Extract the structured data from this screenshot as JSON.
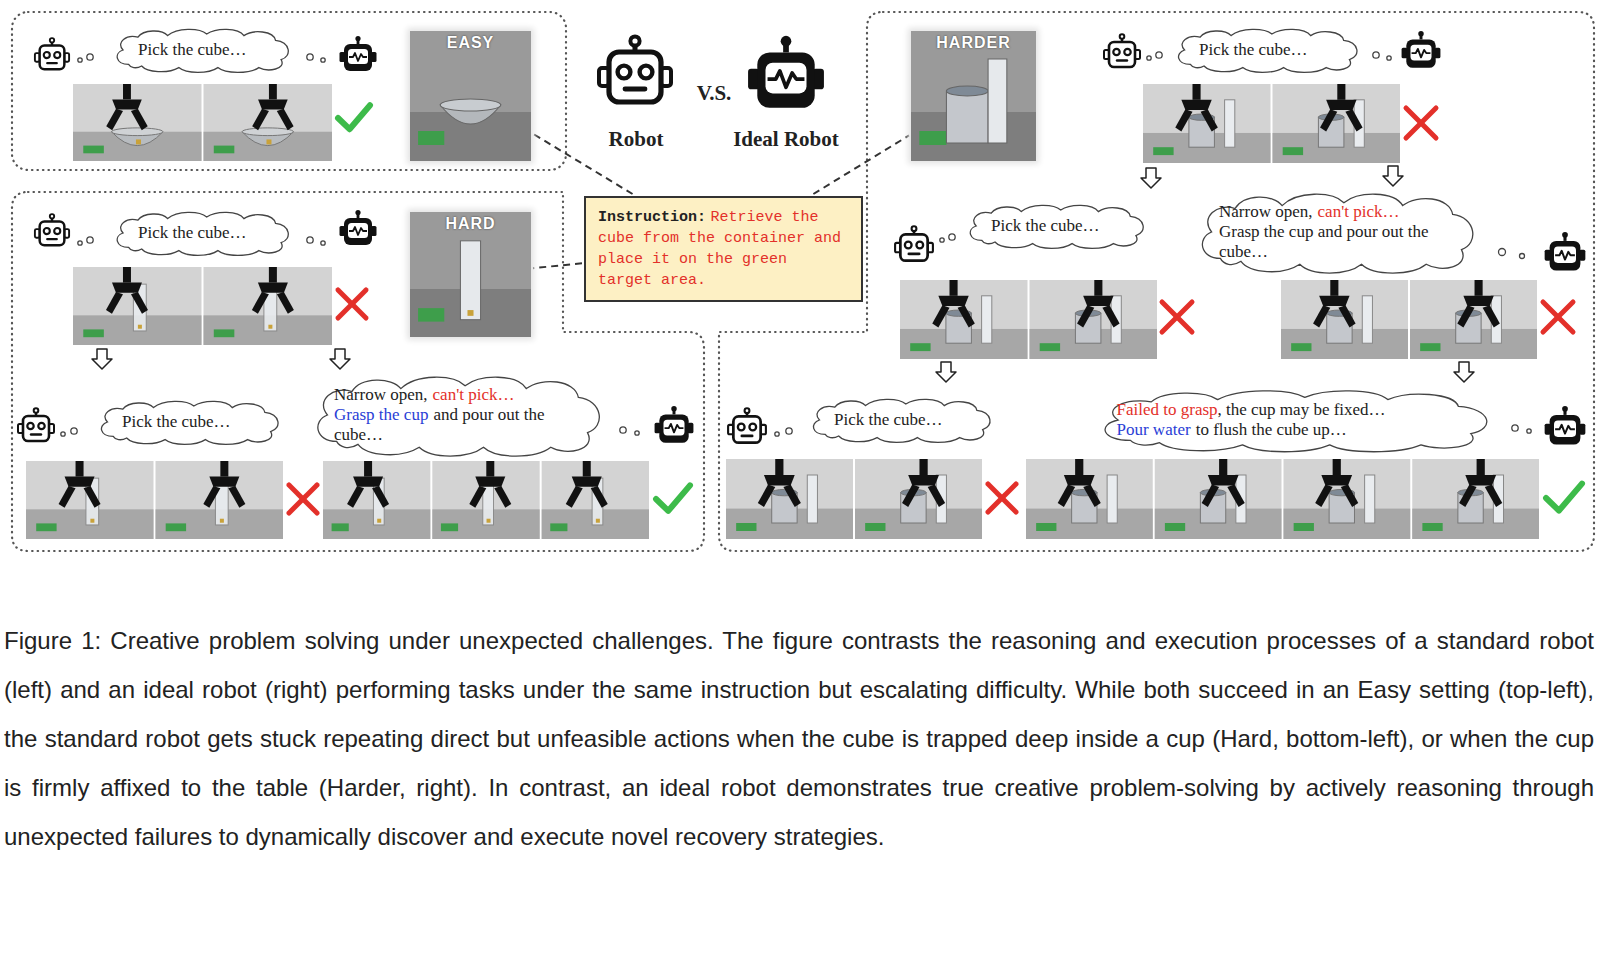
{
  "diagram": {
    "caption": "Figure 1: Creative problem solving under unexpected challenges. The figure contrasts the reasoning and execution processes of a standard robot (left) and an ideal robot (right) performing tasks under the same instruction but escalating difficulty. While both succeed in an Easy setting (top-left), the standard robot gets stuck repeating direct but unfeasible actions when the cube is trapped deep inside a cup (Hard, bottom-left), or when the cup is firmly affixed to the table (Harder, right). In contrast, an ideal robot demonstrates true creative problem-solving by actively reasoning through unexpected failures to dynamically discover and execute novel recovery strategies.",
    "nodes": [
      {
        "text": [
          "Pick the cube…"
        ]
      },
      {
        "text": [
          "EASY"
        ]
      },
      {
        "text": [
          "Pick the cube…"
        ]
      },
      {
        "text": [
          "HARD"
        ]
      },
      {
        "text": [
          "Pick the cube…"
        ]
      },
      {
        "text": [
          "Narrow open,",
          "can't pick…",
          "Grasp the cup",
          "and pour out the cube…"
        ]
      },
      {
        "text": [
          "Instruction:",
          "Retrieve the cube from the container and place it on the green target area."
        ]
      },
      {
        "text": [
          "HARDER"
        ]
      },
      {
        "text": [
          "Pick the cube…"
        ]
      },
      {
        "text": [
          "Pick the cube…"
        ]
      },
      {
        "text": [
          "Narrow open,",
          "can't pick…",
          "Grasp the cup and pour out the cube…"
        ]
      },
      {
        "text": [
          "Pick the cube…"
        ]
      },
      {
        "text": [
          "Failed to grasp",
          ", the cup may be fixed…",
          "Pour water",
          "to flush the cube up…"
        ]
      }
    ],
    "edges": [
      {
        "from": 6,
        "to": 1,
        "arrow": "none"
      },
      {
        "from": 6,
        "to": 3,
        "arrow": "none"
      },
      {
        "from": 6,
        "to": 7,
        "arrow": "none"
      }
    ],
    "labels": [
      "Robot",
      "V.S.",
      "Ideal Robot"
    ]
  }
}
